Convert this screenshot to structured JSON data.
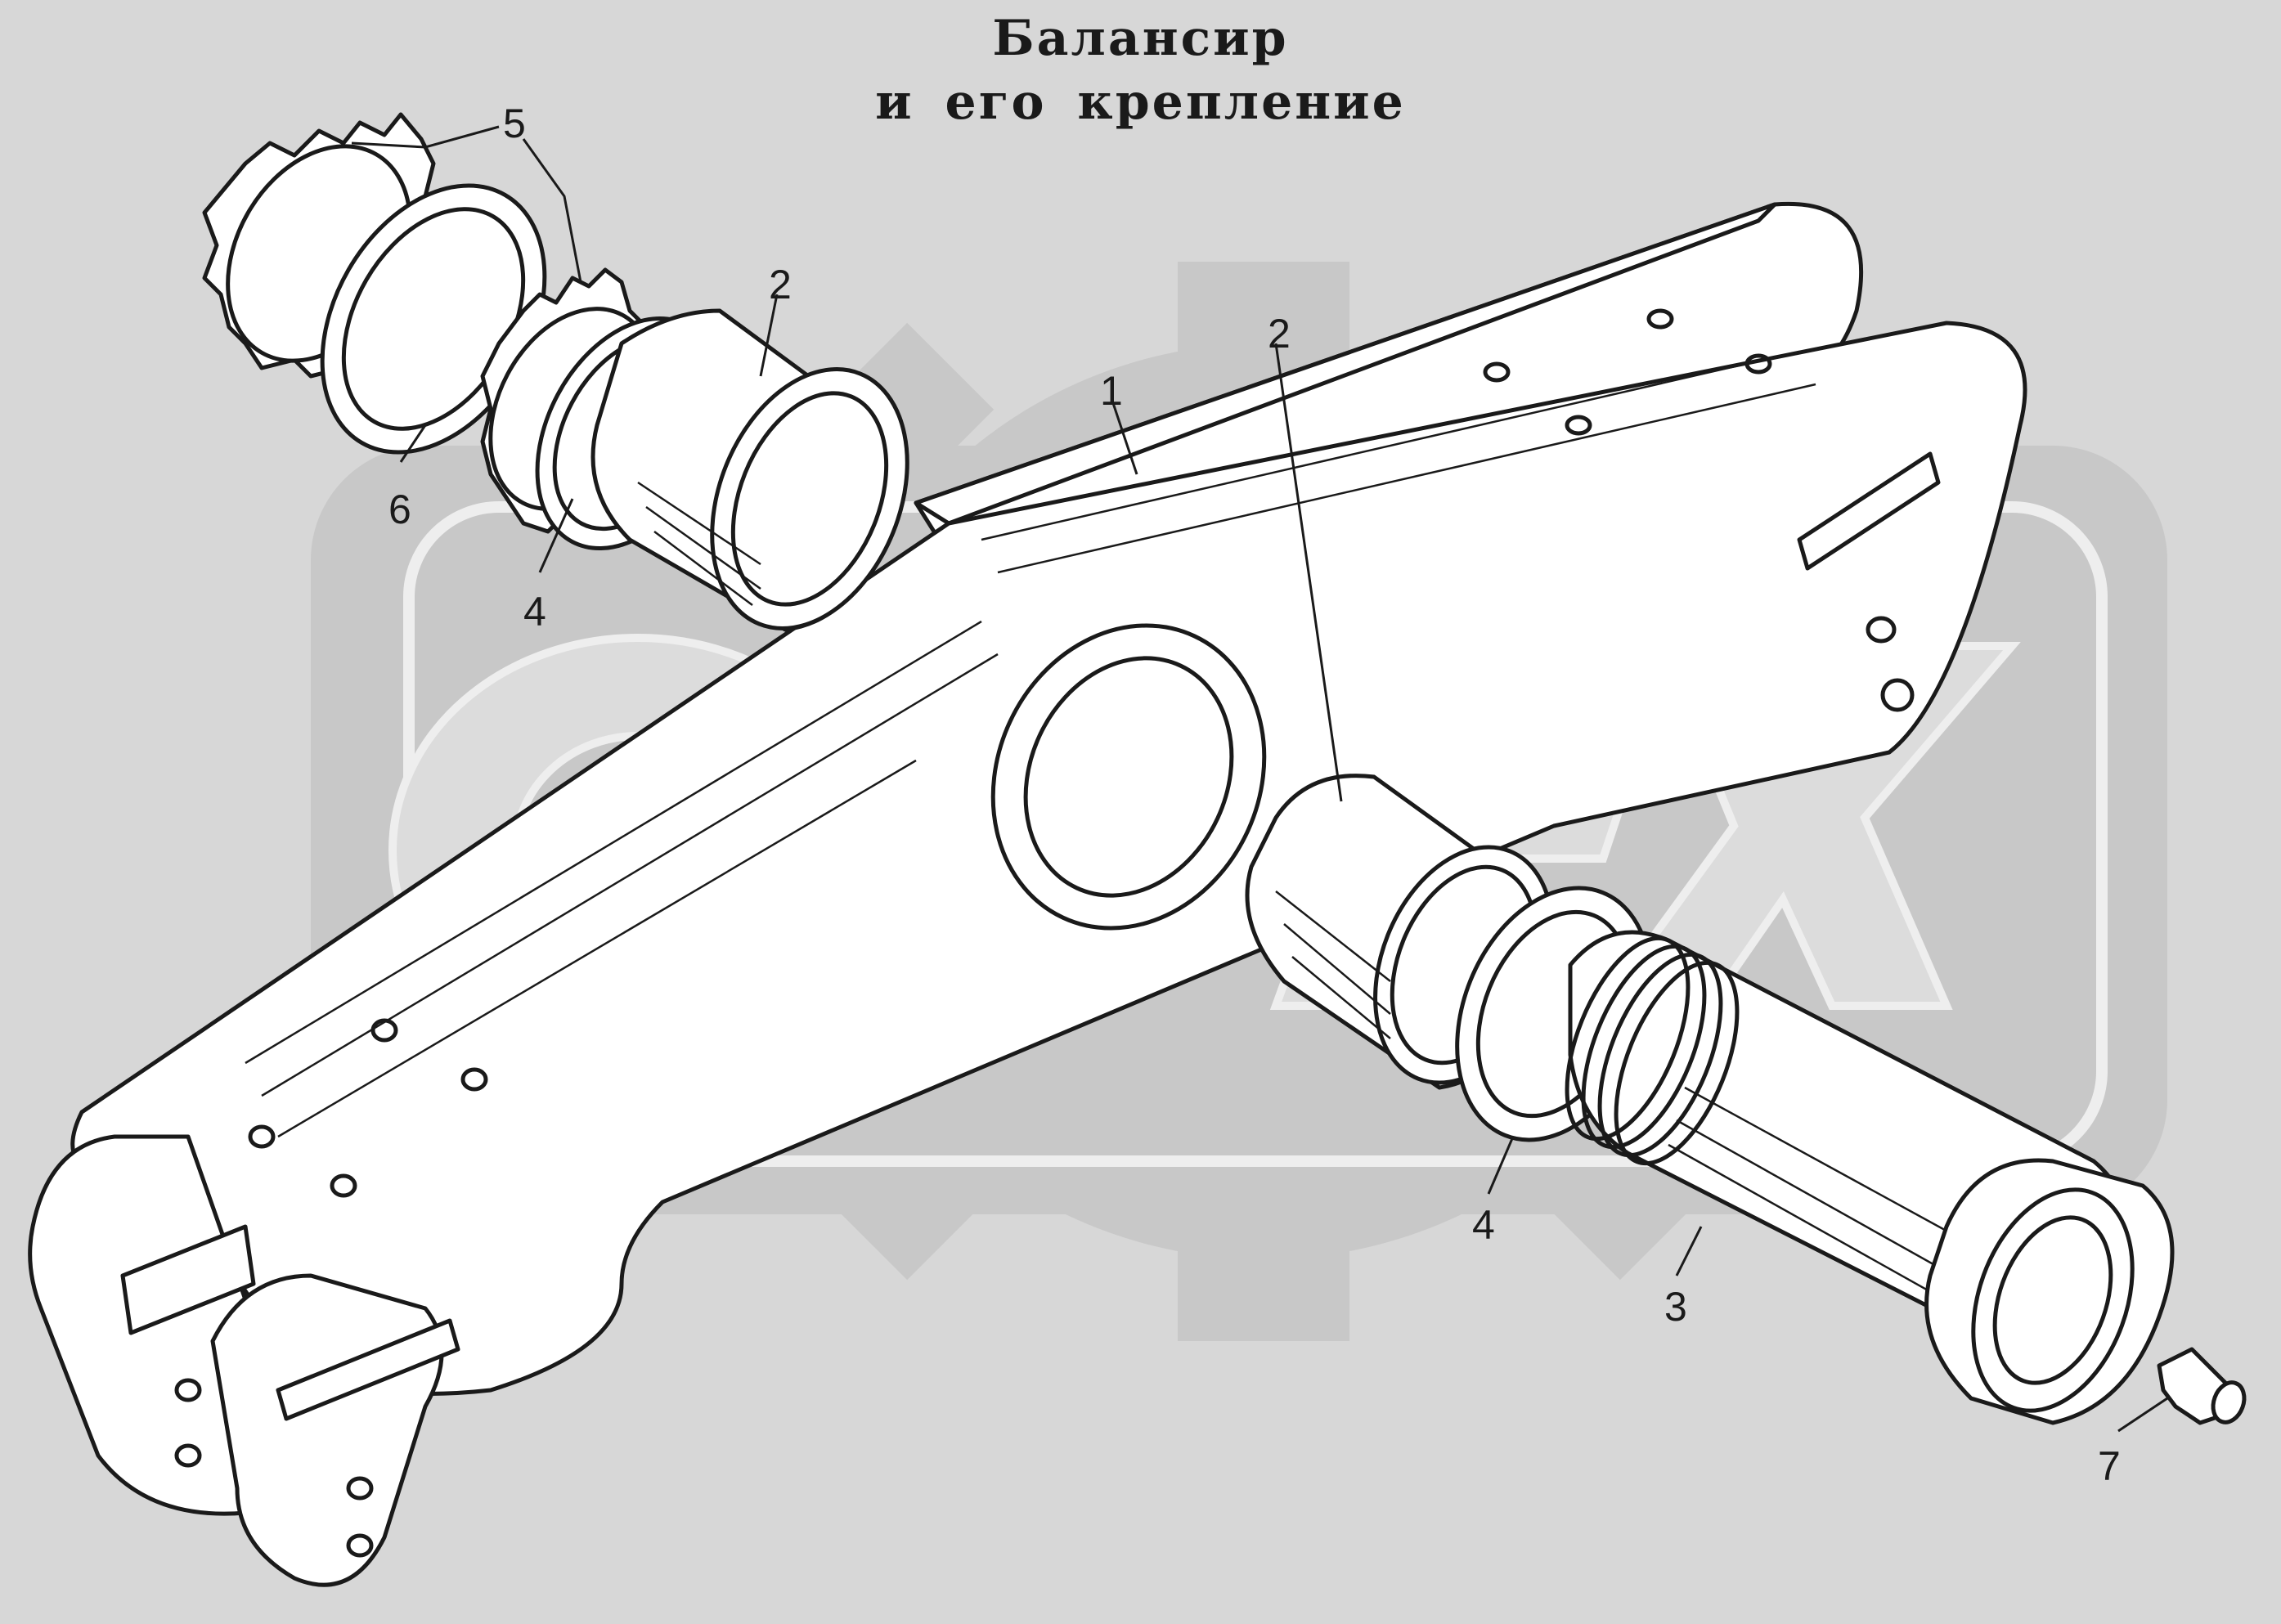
{
  "title": {
    "line1": "Балансир",
    "line2": "и его крепление"
  },
  "watermark": {
    "text": "OPEX",
    "color": "#c8c8c8"
  },
  "callouts": {
    "c1": "1",
    "c2a": "2",
    "c2b": "2",
    "c3": "3",
    "c4a": "4",
    "c4b": "4",
    "c5": "5",
    "c6": "6",
    "c7": "7"
  },
  "colors": {
    "background": "#d7d7d7",
    "ink": "#1a1a1a",
    "parts": "#ffffff"
  }
}
